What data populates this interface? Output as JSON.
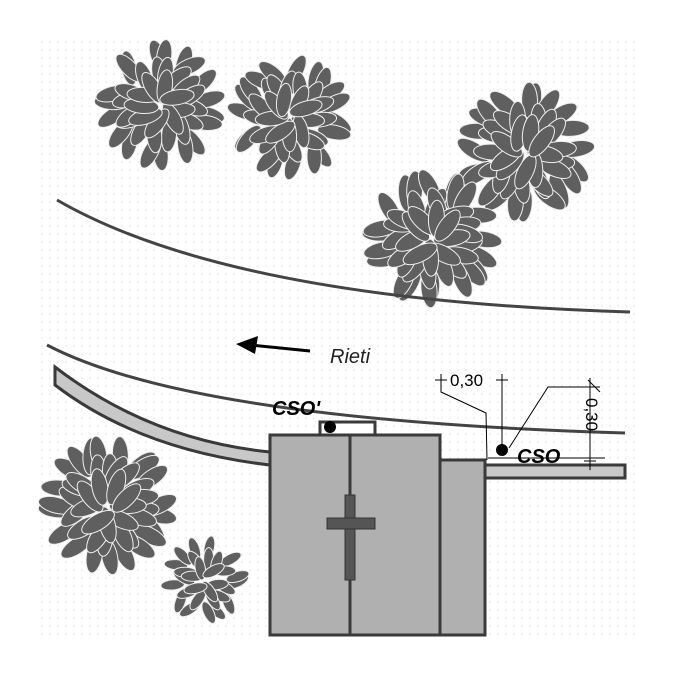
{
  "labels": {
    "direction": "Rieti",
    "cso_prime": "CSO'",
    "cso": "CSO",
    "dim_horizontal": "0,30",
    "dim_vertical": "0,30"
  },
  "colors": {
    "tree": "#5f5f5f",
    "building": "#b0b0b0",
    "outline": "#3a3a3a",
    "road": "#444444",
    "strip": "#c8c8c8",
    "ground_dots": "#e6e6e6"
  },
  "icons": {
    "arrow": "arrow-left-icon",
    "cross": "cross-icon"
  }
}
